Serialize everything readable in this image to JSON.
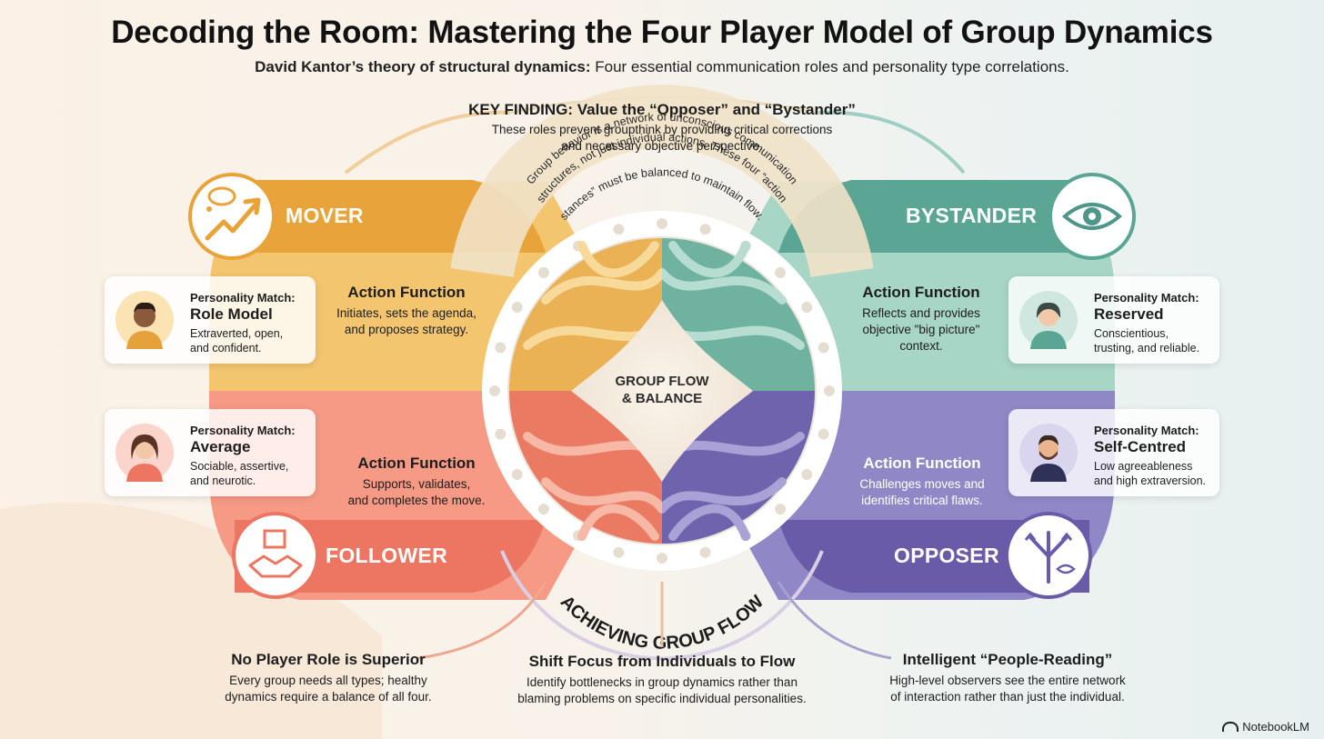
{
  "header": {
    "title": "Decoding the Room: Mastering the Four Player Model of Group Dynamics",
    "subtitle_bold": "David Kantor’s theory of structural dynamics:",
    "subtitle_rest": " Four essential communication roles and personality type correlations."
  },
  "key_finding": {
    "title": "KEY FINDING: Value the “Opposer” and “Bystander”",
    "text_line1": "These roles prevent groupthink by providing critical corrections",
    "text_line2": "and necessary objective perspective."
  },
  "center": {
    "arc_line1": "Group behavior is a network of unconscious communication",
    "arc_line2": "structures, not just individual actions. These four “action",
    "arc_line3": "stances” must be balanced to maintain flow.",
    "label_line1": "GROUP FLOW",
    "label_line2": "& BALANCE",
    "bottom_arc": "ACHIEVING GROUP FLOW"
  },
  "roles": {
    "mover": {
      "name": "MOVER",
      "color": "#e8a43a",
      "icon": "thought-growth-arrow-icon",
      "af_title": "Action Function",
      "af_line1": "Initiates, sets the agenda,",
      "af_line2": "and proposes strategy.",
      "pm_label": "Personality Match:",
      "pm_name": "Role Model",
      "pm_line1": "Extraverted, open,",
      "pm_line2": "and confident."
    },
    "bystander": {
      "name": "BYSTANDER",
      "color": "#5aa593",
      "icon": "eye-icon",
      "af_title": "Action Function",
      "af_line1": "Reflects and provides",
      "af_line2": "objective \"big picture\"",
      "af_line3": "context.",
      "pm_label": "Personality Match:",
      "pm_name": "Reserved",
      "pm_line1": "Conscientious,",
      "pm_line2": "trusting, and reliable."
    },
    "follower": {
      "name": "FOLLOWER",
      "color": "#ec7662",
      "icon": "handshake-blocks-icon",
      "af_title": "Action Function",
      "af_line1": "Supports, validates,",
      "af_line2": "and completes the move.",
      "pm_label": "Personality Match:",
      "pm_name": "Average",
      "pm_line1": "Sociable, assertive,",
      "pm_line2": "and neurotic."
    },
    "opposer": {
      "name": "OPPOSER",
      "color": "#6a5ba8",
      "icon": "diverging-arrows-eye-icon",
      "af_title": "Action Function",
      "af_line1": "Challenges moves and",
      "af_line2": "identifies critical flaws.",
      "pm_label": "Personality Match:",
      "pm_name": "Self-Centred",
      "pm_line1": "Low agreeableness",
      "pm_line2": "and high extraversion."
    }
  },
  "bottom": [
    {
      "title": "No Player Role is Superior",
      "line1": "Every group needs all types; healthy",
      "line2": "dynamics require a balance of all four."
    },
    {
      "title": "Shift Focus from Individuals to Flow",
      "line1": "Identify bottlenecks in group dynamics rather than",
      "line2": "blaming problems on specific individual personalities."
    },
    {
      "title": "Intelligent “People-Reading”",
      "line1": "High-level observers see the entire network",
      "line2": "of interaction rather than just the individual."
    }
  ],
  "brand": "NotebookLM"
}
